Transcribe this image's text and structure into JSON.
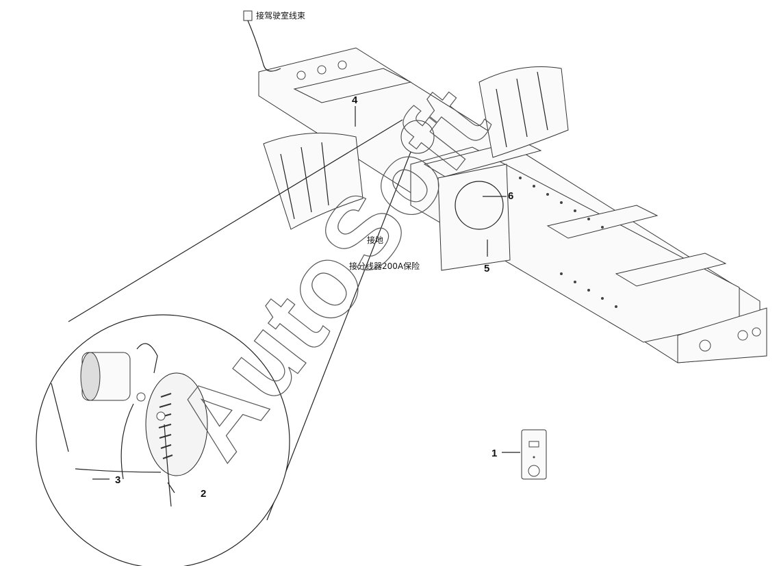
{
  "labels": {
    "cab_harness": "接驾驶室线束",
    "ground": "接地",
    "fuse_box": "接分线器200A保险"
  },
  "callouts": [
    "1",
    "2",
    "3",
    "4",
    "5",
    "6"
  ],
  "watermark": "AutoSoft",
  "icons": [
    "battery-switch-icon",
    "mudguard-icon",
    "ground-terminal-icon"
  ]
}
